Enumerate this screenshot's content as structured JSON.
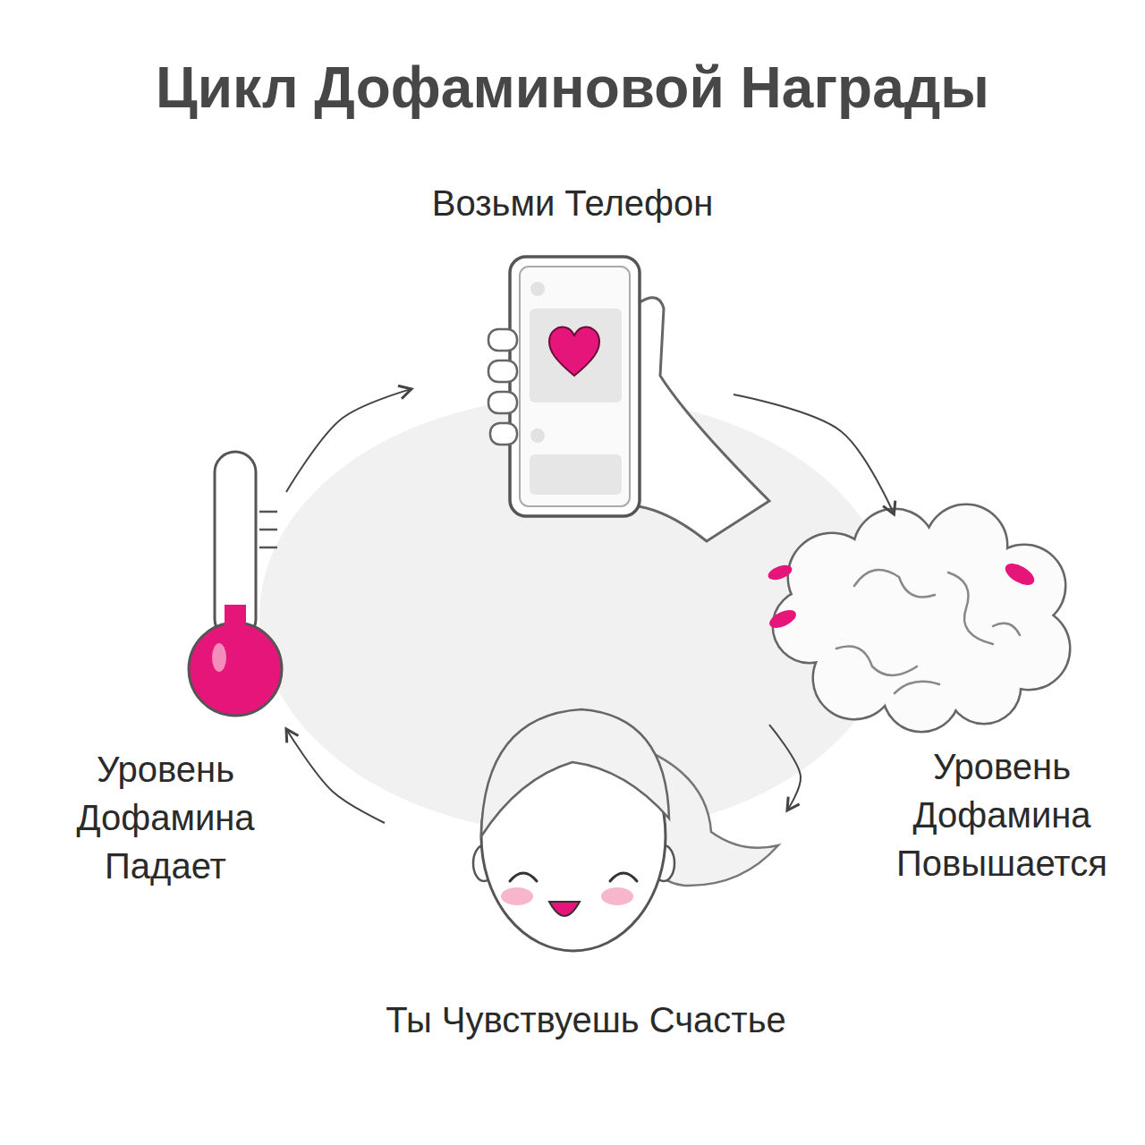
{
  "diagram": {
    "title": "Цикл Дофаминовой Награды",
    "nodes": [
      {
        "text": [
          "Возьми Телефон"
        ]
      },
      {
        "text": [
          "Уровень Дофамина Повышается"
        ]
      },
      {
        "text": [
          "Ты Чувствуешь Счастье"
        ]
      },
      {
        "text": [
          "Уровень Дофамина Падает"
        ]
      }
    ],
    "edges": [
      {
        "from": 0,
        "to": 1,
        "arrow": "to"
      },
      {
        "from": 1,
        "to": 2,
        "arrow": "to"
      },
      {
        "from": 2,
        "to": 3,
        "arrow": "to"
      },
      {
        "from": 3,
        "to": 0,
        "arrow": "to"
      }
    ]
  }
}
